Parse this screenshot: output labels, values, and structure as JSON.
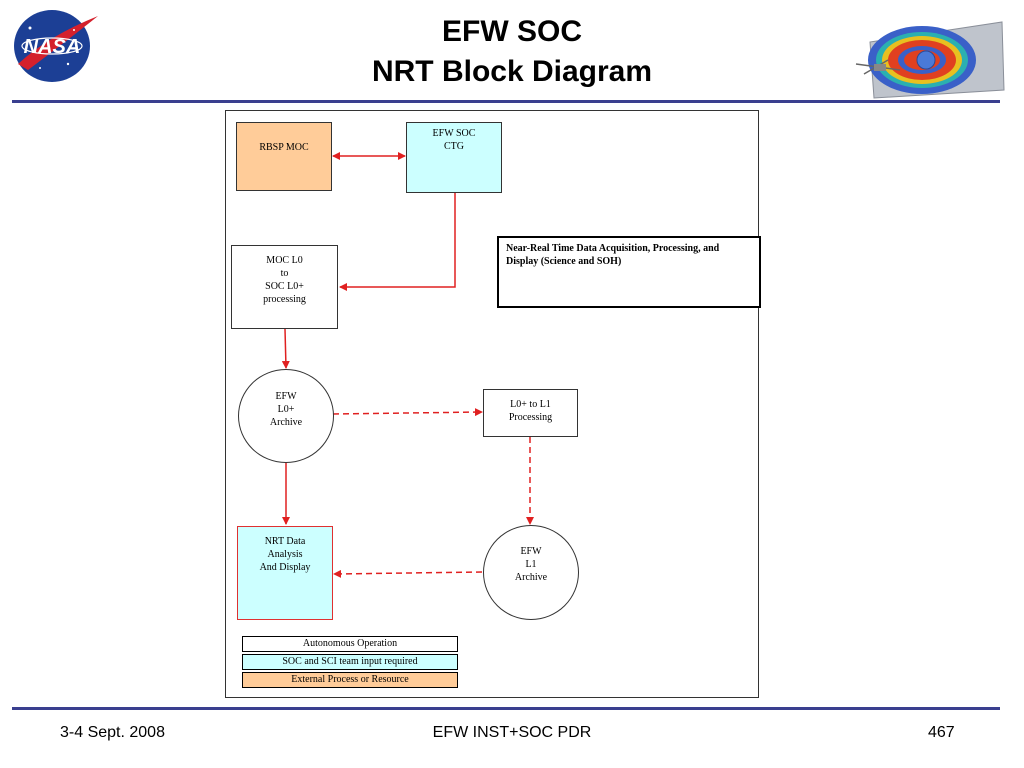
{
  "header": {
    "title_line1": "EFW SOC",
    "title_line2": "NRT Block Diagram",
    "logo_left_text": "NASA"
  },
  "diagram": {
    "nodes": {
      "rbsp_moc": "RBSP MOC",
      "efw_soc_ctg": "EFW SOC\nCTG",
      "moc_l0": "MOC L0\nto\nSOC L0+\nprocessing",
      "efw_l0_archive": "EFW\nL0+\nArchive",
      "l0_to_l1": "L0+ to L1\nProcessing",
      "nrt_analysis": "NRT Data\nAnalysis\nAnd Display",
      "efw_l1_archive": "EFW\nL1\nArchive"
    },
    "note": "Near-Real Time Data Acquisition, Processing, and Display (Science and SOH)",
    "legend": [
      {
        "label": "Autonomous Operation",
        "color": "#ffffff"
      },
      {
        "label": "SOC and SCI team input required",
        "color": "#ccffff"
      },
      {
        "label": "External Process or Resource",
        "color": "#ffcc99"
      }
    ],
    "colors": {
      "external": "#ffcc99",
      "soc": "#ccffff",
      "arrow": "#e02020"
    }
  },
  "footer": {
    "date": "3-4 Sept. 2008",
    "event": "EFW INST+SOC PDR",
    "page": "467"
  }
}
